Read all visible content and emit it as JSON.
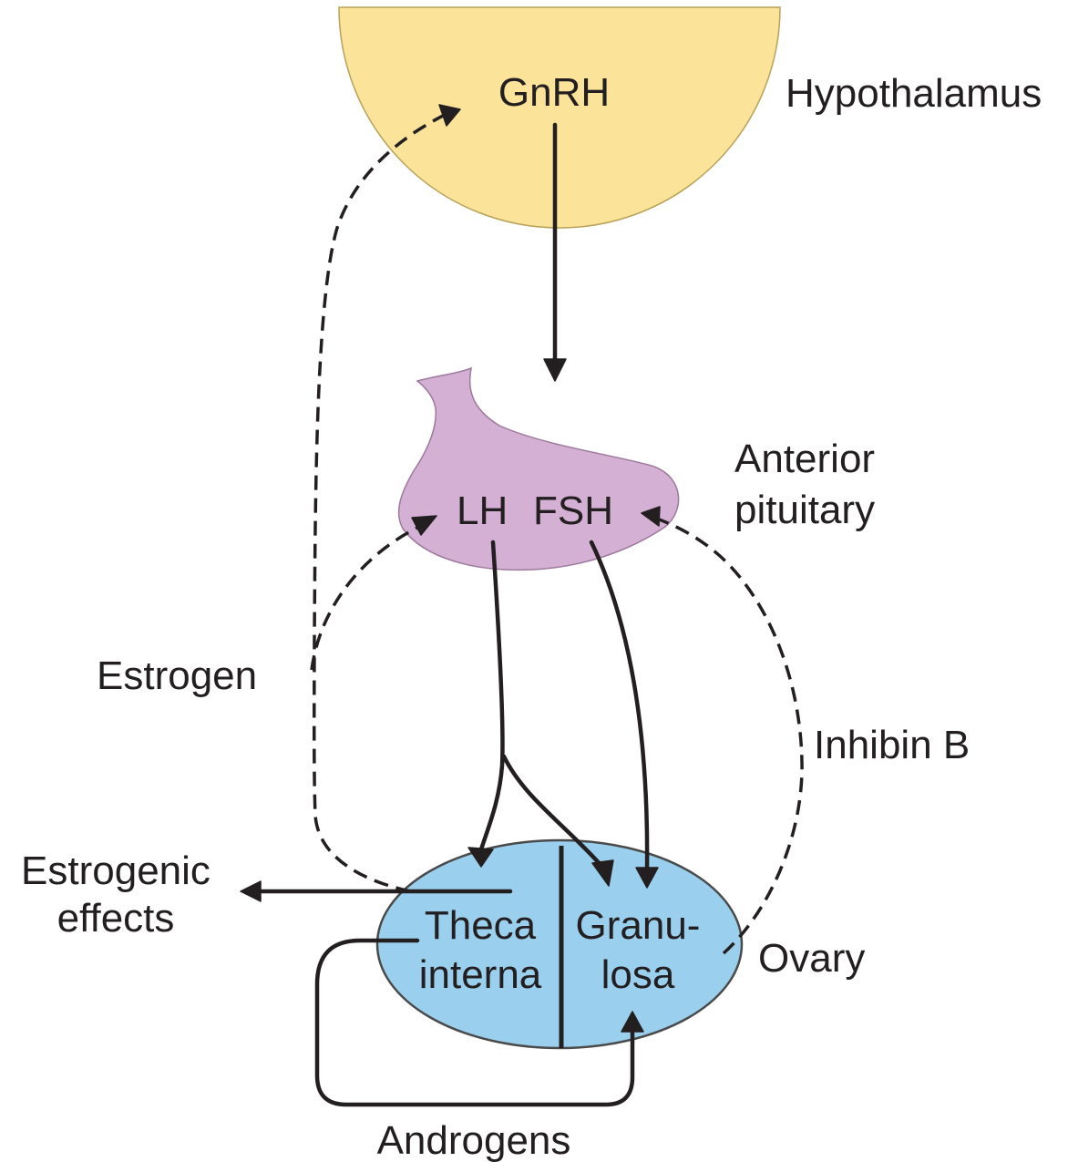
{
  "labels": {
    "gnrh": "GnRH",
    "hypothalamus": "Hypothalamus",
    "anterior_pituitary_line1": "Anterior",
    "anterior_pituitary_line2": "pituitary",
    "lh": "LH",
    "fsh": "FSH",
    "estrogen": "Estrogen",
    "inhibin_b": "Inhibin B",
    "estrogenic_effects_line1": "Estrogenic",
    "estrogenic_effects_line2": "effects",
    "theca_line1": "Theca",
    "theca_line2": "interna",
    "granulosa_line1": "Granu-",
    "granulosa_line2": "losa",
    "ovary": "Ovary",
    "androgens": "Androgens"
  },
  "colors": {
    "hypothalamus_fill": "#fbe39a",
    "pituitary_fill": "#d5b0d5",
    "ovary_fill": "#9ad0ee",
    "line": "#231f20"
  }
}
